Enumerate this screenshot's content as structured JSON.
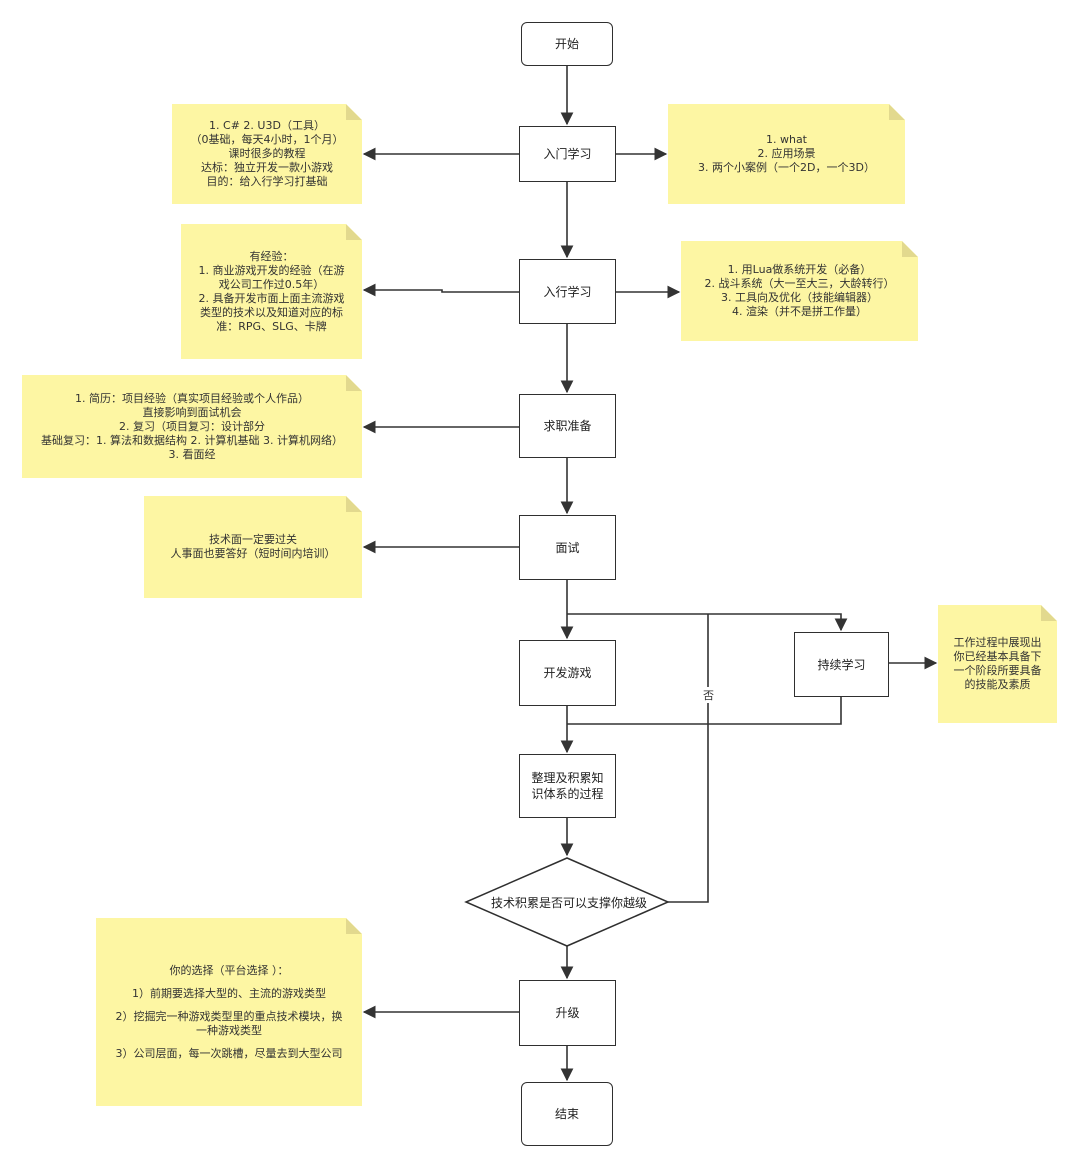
{
  "nodes": {
    "start": "开始",
    "intro": "入门学习",
    "entry": "入行学习",
    "job_prep": "求职准备",
    "interview": "面试",
    "dev_game": "开发游戏",
    "continuous": "持续学习",
    "organize": [
      "整理及积累知",
      "识体系的过程"
    ],
    "decision": "技术积累是否可以支撑你越级",
    "upgrade": "升级",
    "end": "结束"
  },
  "edge_labels": {
    "no": "否"
  },
  "notes": {
    "intro_left": [
      "1. C#    2. U3D（工具）",
      "（0基础，每天4小时，1个月）",
      "课时很多的教程",
      "达标：独立开发一款小游戏",
      "目的：给入行学习打基础"
    ],
    "intro_right": [
      "1. what",
      "2. 应用场景",
      "3. 两个小案例（一个2D，一个3D）"
    ],
    "entry_left": [
      "有经验：",
      "1. 商业游戏开发的经验（在游",
      "戏公司工作过0.5年）",
      "2. 具备开发市面上面主流游戏",
      "类型的技术以及知道对应的标",
      "准：RPG、SLG、卡牌"
    ],
    "entry_right": [
      "1. 用Lua做系统开发（必备）",
      "2. 战斗系统（大一至大三，大龄转行）",
      "3. 工具向及优化（技能编辑器）",
      "4.  渲染（并不是拼工作量）"
    ],
    "job_left": [
      "1. 简历：项目经验（真实项目经验或个人作品）",
      "直接影响到面试机会",
      "2. 复习（项目复习：设计部分",
      "基础复习：1. 算法和数据结构 2. 计算机基础 3. 计算机网络）",
      "3. 看面经"
    ],
    "interview_left": [
      "技术面一定要过关",
      "人事面也要答好（短时间内培训）"
    ],
    "continuous_right": [
      "工作过程中展现出",
      "你已经基本具备下",
      "一个阶段所要具备",
      "的技能及素质"
    ],
    "upgrade_left": [
      "你的选择（平台选择 ）：",
      "1）前期要选择大型的、主流的游戏类型",
      "2）挖掘完一种游戏类型里的重点技术模块，换",
      "一种游戏类型",
      "3）公司层面，每一次跳槽，尽量去到大型公司"
    ]
  }
}
